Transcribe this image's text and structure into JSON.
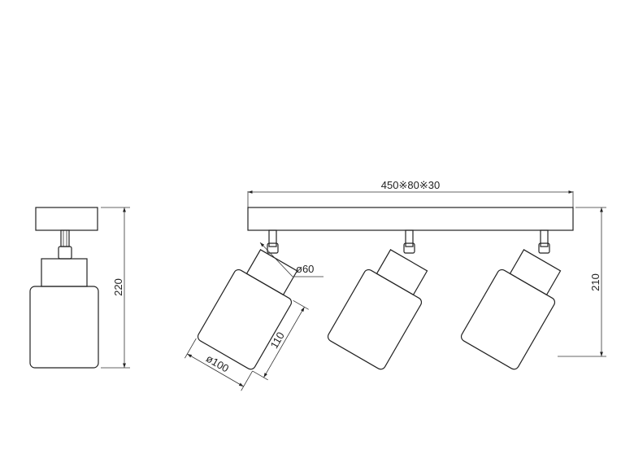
{
  "dimensions": {
    "bar_size": "450※80※30",
    "side_height": "220",
    "front_height": "210",
    "shade_diameter": "ø100",
    "shade_length": "110",
    "holder_diameter": "ø60"
  }
}
